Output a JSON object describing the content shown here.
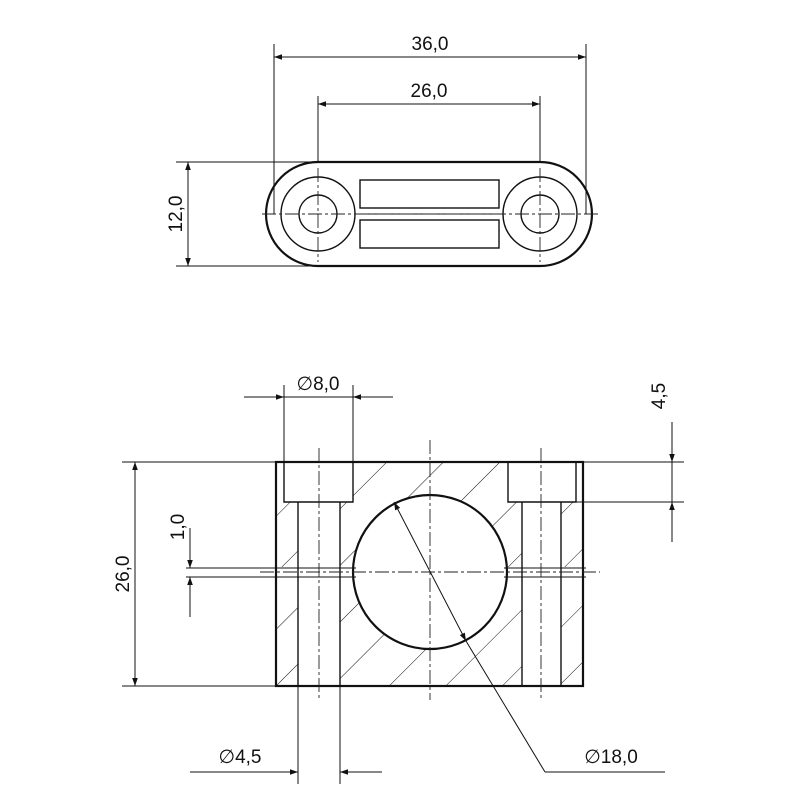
{
  "top_view": {
    "dim_overall_length": "36,0",
    "dim_hole_spacing": "26,0",
    "dim_height": "12,0"
  },
  "section_view": {
    "dim_counterbore_dia": "8,0",
    "dim_counterbore_depth": "4,5",
    "dim_overall_height": "26,0",
    "dim_split_gap": "1,0",
    "dim_hole_dia": "4,5",
    "dim_bore_dia": "18,0"
  },
  "diameter_symbol": "∅"
}
